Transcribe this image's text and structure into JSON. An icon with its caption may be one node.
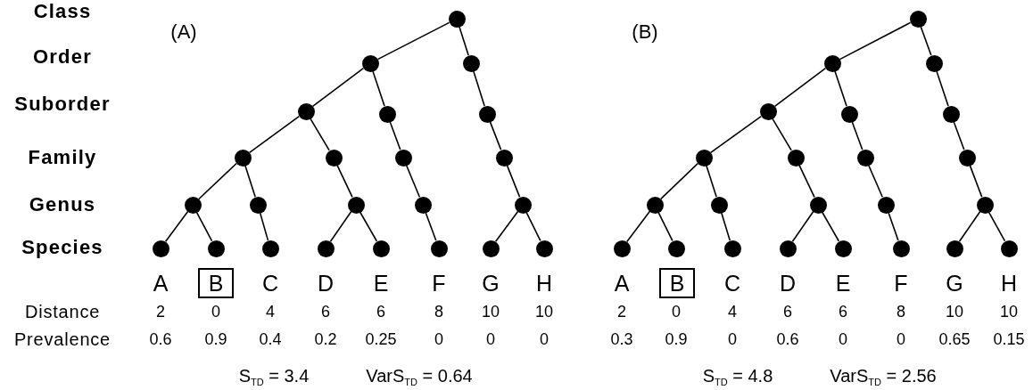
{
  "diagram": {
    "nodes": [
      {
        "text": [],
        "shape": "circle"
      },
      {
        "text": [],
        "shape": "circle"
      },
      {
        "text": [],
        "shape": "circle"
      },
      {
        "text": [],
        "shape": "circle"
      },
      {
        "text": [],
        "shape": "circle"
      },
      {
        "text": [],
        "shape": "circle"
      },
      {
        "text": [],
        "shape": "circle"
      },
      {
        "text": [],
        "shape": "circle"
      },
      {
        "text": [],
        "shape": "circle"
      },
      {
        "text": [],
        "shape": "circle"
      },
      {
        "text": [],
        "shape": "circle"
      },
      {
        "text": [],
        "shape": "circle"
      },
      {
        "text": [],
        "shape": "circle"
      },
      {
        "text": [],
        "shape": "circle"
      },
      {
        "text": [],
        "shape": "circle"
      },
      {
        "text": [],
        "shape": "circle"
      },
      {
        "text": [],
        "shape": "circle"
      },
      {
        "text": [],
        "shape": "circle"
      },
      {
        "text": [],
        "shape": "circle"
      },
      {
        "text": [],
        "shape": "circle"
      },
      {
        "text": [],
        "shape": "circle"
      },
      {
        "text": [],
        "shape": "circle"
      },
      {
        "text": [],
        "shape": "circle"
      },
      {
        "text": [],
        "shape": "circle"
      },
      {
        "text": [],
        "shape": "circle"
      },
      {
        "text": [],
        "shape": "circle"
      },
      {
        "text": [],
        "shape": "circle"
      },
      {
        "text": [],
        "shape": "circle"
      },
      {
        "text": [],
        "shape": "circle"
      },
      {
        "text": [],
        "shape": "circle"
      },
      {
        "text": [],
        "shape": "circle"
      },
      {
        "text": [],
        "shape": "circle"
      },
      {
        "text": [],
        "shape": "circle"
      },
      {
        "text": [],
        "shape": "circle"
      },
      {
        "text": [],
        "shape": "circle"
      },
      {
        "text": [],
        "shape": "circle"
      },
      {
        "text": [],
        "shape": "circle"
      },
      {
        "text": [],
        "shape": "circle"
      },
      {
        "text": [],
        "shape": "circle"
      },
      {
        "text": [],
        "shape": "circle"
      },
      {
        "text": [],
        "shape": "circle"
      },
      {
        "text": [],
        "shape": "circle"
      },
      {
        "text": [],
        "shape": "circle"
      },
      {
        "text": [],
        "shape": "circle"
      },
      {
        "text": [],
        "shape": "circle"
      },
      {
        "text": [],
        "shape": "circle"
      },
      {
        "text": [
          "B"
        ]
      },
      {
        "text": [
          "B"
        ]
      }
    ],
    "edges": [
      {
        "from": 0,
        "to": 1,
        "arrow": "none"
      },
      {
        "from": 0,
        "to": 2,
        "arrow": "none"
      },
      {
        "from": 1,
        "to": 3,
        "arrow": "none"
      },
      {
        "from": 1,
        "to": 4,
        "arrow": "none"
      },
      {
        "from": 2,
        "to": 5,
        "arrow": "none"
      },
      {
        "from": 3,
        "to": 6,
        "arrow": "none"
      },
      {
        "from": 3,
        "to": 7,
        "arrow": "none"
      },
      {
        "from": 4,
        "to": 8,
        "arrow": "none"
      },
      {
        "from": 5,
        "to": 9,
        "arrow": "none"
      },
      {
        "from": 6,
        "to": 10,
        "arrow": "none"
      },
      {
        "from": 6,
        "to": 11,
        "arrow": "none"
      },
      {
        "from": 7,
        "to": 12,
        "arrow": "none"
      },
      {
        "from": 8,
        "to": 13,
        "arrow": "none"
      },
      {
        "from": 9,
        "to": 14,
        "arrow": "none"
      },
      {
        "from": 10,
        "to": 15,
        "arrow": "none"
      },
      {
        "from": 10,
        "to": 16,
        "arrow": "none"
      },
      {
        "from": 11,
        "to": 17,
        "arrow": "none"
      },
      {
        "from": 12,
        "to": 18,
        "arrow": "none"
      },
      {
        "from": 12,
        "to": 19,
        "arrow": "none"
      },
      {
        "from": 13,
        "to": 20,
        "arrow": "none"
      },
      {
        "from": 14,
        "to": 21,
        "arrow": "none"
      },
      {
        "from": 14,
        "to": 22,
        "arrow": "none"
      },
      {
        "from": 23,
        "to": 24,
        "arrow": "none"
      },
      {
        "from": 23,
        "to": 25,
        "arrow": "none"
      },
      {
        "from": 24,
        "to": 26,
        "arrow": "none"
      },
      {
        "from": 24,
        "to": 27,
        "arrow": "none"
      },
      {
        "from": 25,
        "to": 28,
        "arrow": "none"
      },
      {
        "from": 26,
        "to": 29,
        "arrow": "none"
      },
      {
        "from": 26,
        "to": 30,
        "arrow": "none"
      },
      {
        "from": 27,
        "to": 31,
        "arrow": "none"
      },
      {
        "from": 28,
        "to": 32,
        "arrow": "none"
      },
      {
        "from": 29,
        "to": 33,
        "arrow": "none"
      },
      {
        "from": 29,
        "to": 34,
        "arrow": "none"
      },
      {
        "from": 30,
        "to": 35,
        "arrow": "none"
      },
      {
        "from": 31,
        "to": 36,
        "arrow": "none"
      },
      {
        "from": 32,
        "to": 37,
        "arrow": "none"
      },
      {
        "from": 33,
        "to": 38,
        "arrow": "none"
      },
      {
        "from": 33,
        "to": 39,
        "arrow": "none"
      },
      {
        "from": 34,
        "to": 40,
        "arrow": "none"
      },
      {
        "from": 35,
        "to": 41,
        "arrow": "none"
      },
      {
        "from": 35,
        "to": 42,
        "arrow": "none"
      },
      {
        "from": 36,
        "to": 43,
        "arrow": "none"
      },
      {
        "from": 37,
        "to": 44,
        "arrow": "none"
      },
      {
        "from": 37,
        "to": 45,
        "arrow": "none"
      }
    ],
    "labels": [
      "Class",
      "(A)",
      "(B)",
      "Order",
      "Suborder",
      "Family",
      "Genus",
      "Species",
      "A",
      "C",
      "D",
      "E",
      "F",
      "G",
      "H",
      "A",
      "C",
      "D",
      "E",
      "F",
      "G",
      "H",
      "Distance",
      "2",
      "0",
      "4",
      "6",
      "6",
      "8",
      "10",
      "10",
      "2",
      "0",
      "4",
      "6",
      "6",
      "8",
      "10",
      "10",
      "Prevalence",
      "0.6",
      "0.9",
      "0.4",
      "0.2",
      "0.25",
      "0",
      "0",
      "0",
      "0.3",
      "0.9",
      "0",
      "0.6",
      "0",
      "0",
      "0.65",
      "0.15",
      "S$_{TD}$ = 3.4",
      "VarS$_{TD}$ = 0.64",
      "S$_{TD}$ = 4.8",
      "VarS$_{TD}$ = 2.56"
    ]
  }
}
